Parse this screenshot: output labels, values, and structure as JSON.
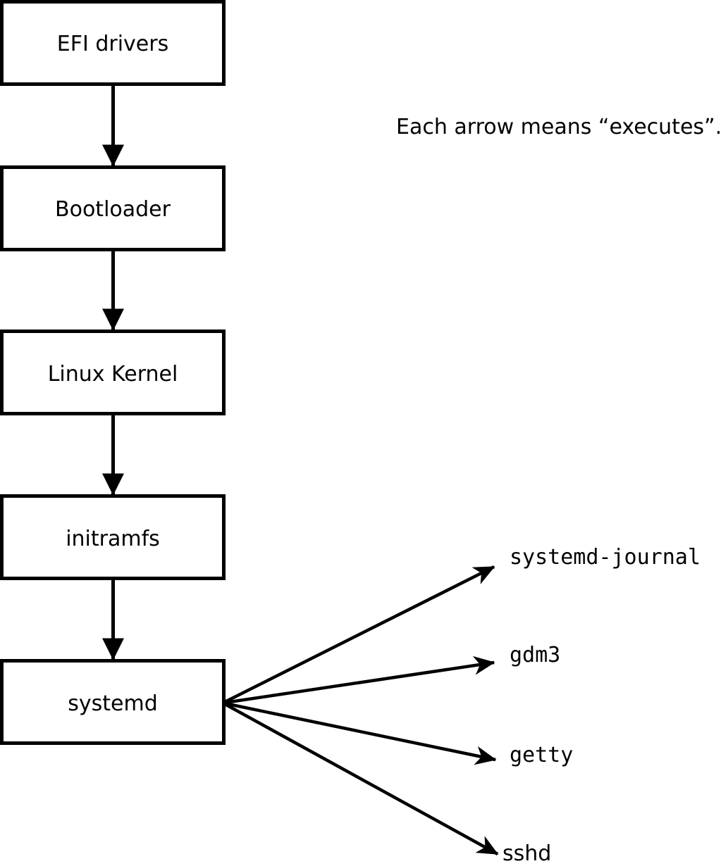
{
  "diagram": {
    "annotation": "Each arrow means “executes”.",
    "nodes": [
      {
        "label": "EFI drivers"
      },
      {
        "label": "Bootloader"
      },
      {
        "label": "Linux Kernel"
      },
      {
        "label": "initramfs"
      },
      {
        "label": "systemd"
      }
    ],
    "targets": [
      {
        "label": "systemd-journal"
      },
      {
        "label": "gdm3"
      },
      {
        "label": "getty"
      },
      {
        "label": "sshd"
      }
    ],
    "arrow_meaning": "executes",
    "colors": {
      "line": "#000000",
      "box_fill": "#ffffff",
      "background": "#ffffff"
    }
  }
}
